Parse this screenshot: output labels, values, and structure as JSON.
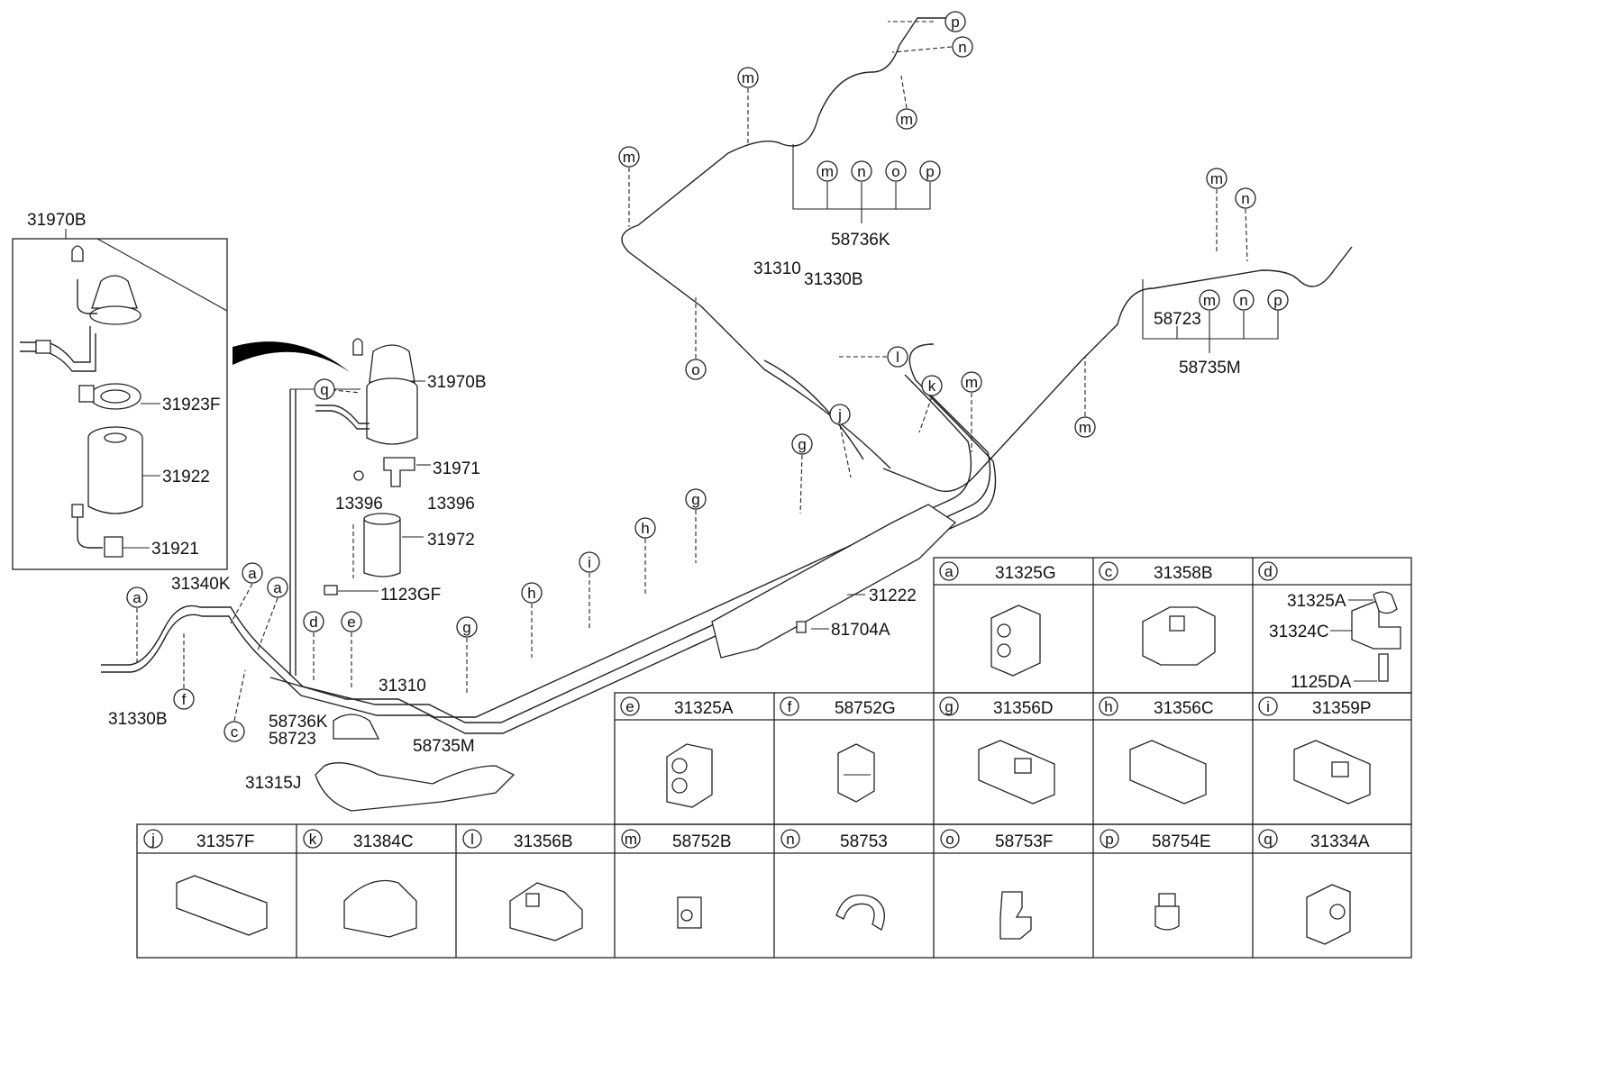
{
  "callouts": {
    "a": "a",
    "c": "c",
    "d": "d",
    "e": "e",
    "f": "f",
    "g": "g",
    "h": "h",
    "i": "i",
    "j": "j",
    "k": "k",
    "l": "l",
    "m": "m",
    "n": "n",
    "o": "o",
    "p": "p",
    "q": "q"
  },
  "parts": {
    "p31970B": "31970B",
    "p31923F": "31923F",
    "p31922": "31922",
    "p31921": "31921",
    "p31971": "31971",
    "p13396": "13396",
    "p31972": "31972",
    "p1123GF": "1123GF",
    "p31340K": "31340K",
    "p31330B": "31330B",
    "p31310": "31310",
    "p58736K": "58736K",
    "p58723": "58723",
    "p58735M": "58735M",
    "p31315J": "31315J",
    "p31222": "31222",
    "p81704A": "81704A",
    "p1125DA": "1125DA",
    "p31324C": "31324C",
    "p31325A": "31325A"
  },
  "legend_top": [
    {
      "letter": "a",
      "part": "31325G"
    },
    {
      "letter": "c",
      "part": "31358B"
    },
    {
      "letter": "d",
      "part": ""
    }
  ],
  "legend_mid": [
    {
      "letter": "e",
      "part": "31325A"
    },
    {
      "letter": "f",
      "part": "58752G"
    },
    {
      "letter": "g",
      "part": "31356D"
    },
    {
      "letter": "h",
      "part": "31356C"
    },
    {
      "letter": "i",
      "part": "31359P"
    }
  ],
  "legend_bottom": [
    {
      "letter": "j",
      "part": "31357F"
    },
    {
      "letter": "k",
      "part": "31384C"
    },
    {
      "letter": "l",
      "part": "31356B"
    },
    {
      "letter": "m",
      "part": "58752B"
    },
    {
      "letter": "n",
      "part": "58753"
    },
    {
      "letter": "o",
      "part": "58753F"
    },
    {
      "letter": "p",
      "part": "58754E"
    },
    {
      "letter": "q",
      "part": "31334A"
    }
  ]
}
